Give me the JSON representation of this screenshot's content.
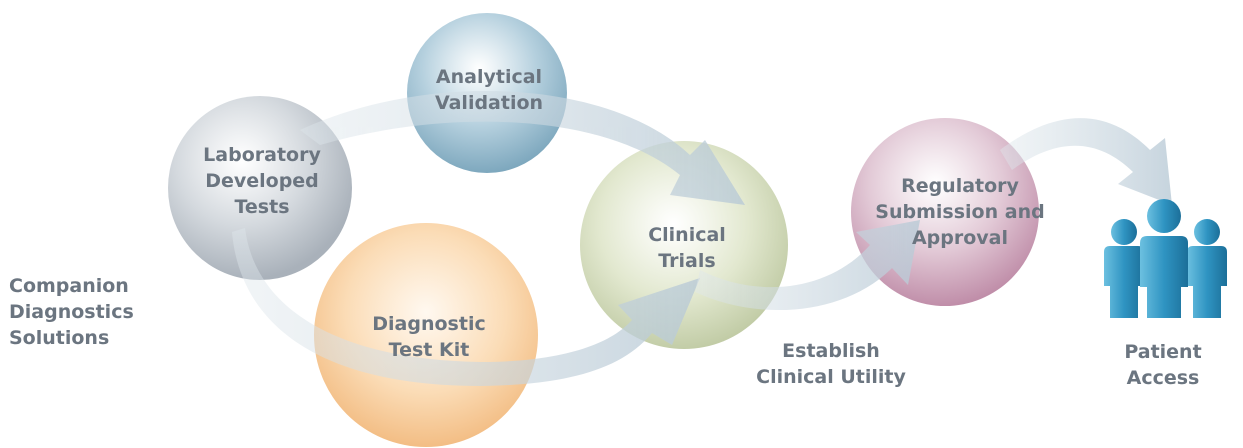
{
  "diagram": {
    "side_label": "Companion\nDiagnostics\nSolutions",
    "nodes": {
      "ldt": {
        "label": "Laboratory\nDeveloped\nTests",
        "color": "#b8bfc7"
      },
      "analytical": {
        "label": "Analytical\nValidation",
        "color": "#8fb7cb"
      },
      "clinical": {
        "label": "Clinical\nTrials",
        "color": "#cfd8b3"
      },
      "kit": {
        "label": "Diagnostic\nTest Kit",
        "color": "#f6c48f"
      },
      "regulatory": {
        "label": "Regulatory\nSubmission and\nApproval",
        "color": "#c79bb2"
      }
    },
    "annotation": "Establish\nClinical Utility",
    "patient_label": "Patient Access",
    "arrow_color": "#c9d7e0",
    "patient_icon_color": "#3b9cc7"
  }
}
